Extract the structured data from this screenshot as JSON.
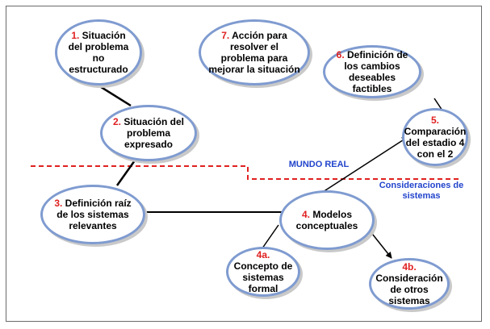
{
  "colors": {
    "node_border": "#7f9bd0",
    "number": "#e02020",
    "divider": "#e02020",
    "region_label": "#2244cc",
    "connector": "#000000"
  },
  "nodes": {
    "n1": {
      "num": "1.",
      "text": "Situación del problema no estructurado"
    },
    "n2": {
      "num": "2.",
      "text": "Situación del problema expresado"
    },
    "n3": {
      "num": "3.",
      "text": "Definición raíz de los sistemas relevantes"
    },
    "n4": {
      "num": "4.",
      "text": "Modelos conceptuales"
    },
    "n4a": {
      "num": "4a.",
      "text": "Concepto de sistemas formal"
    },
    "n4b": {
      "num": "4b.",
      "text": "Consideración de otros sistemas"
    },
    "n5": {
      "num": "5.",
      "text": "Comparación del estadio 4 con el 2"
    },
    "n6": {
      "num": "6.",
      "text": "Definición de los cambios deseables factibles"
    },
    "n7": {
      "num": "7.",
      "text": "Acción para resolver el problema para mejorar la situación"
    }
  },
  "regions": {
    "real_world": "MUNDO REAL",
    "systems": "Consideraciones de sistemas"
  }
}
